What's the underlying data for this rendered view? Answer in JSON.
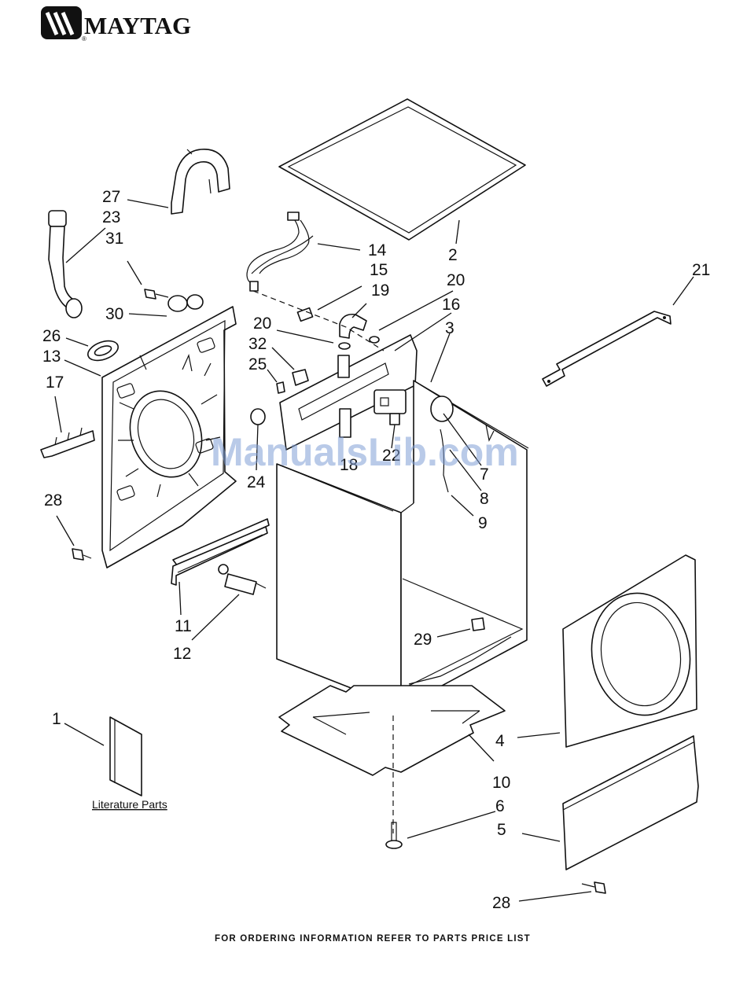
{
  "brand": {
    "name": "MAYTAG",
    "registered": "®"
  },
  "callouts": {
    "c1": "1",
    "c2": "2",
    "c3": "3",
    "c4": "4",
    "c5": "5",
    "c6": "6",
    "c7": "7",
    "c8": "8",
    "c9": "9",
    "c10": "10",
    "c11": "11",
    "c12": "12",
    "c13": "13",
    "c14": "14",
    "c15": "15",
    "c16": "16",
    "c17": "17",
    "c18": "18",
    "c19": "19",
    "c20a": "20",
    "c20b": "20",
    "c21": "21",
    "c22": "22",
    "c23": "23",
    "c24": "24",
    "c25": "25",
    "c26": "26",
    "c27": "27",
    "c28a": "28",
    "c28b": "28",
    "c29": "29",
    "c30": "30",
    "c31": "31",
    "c32": "32"
  },
  "literature_label": "Literature Parts",
  "watermark": "ManualsLib.com",
  "footer": "FOR ORDERING INFORMATION REFER TO PARTS PRICE LIST"
}
